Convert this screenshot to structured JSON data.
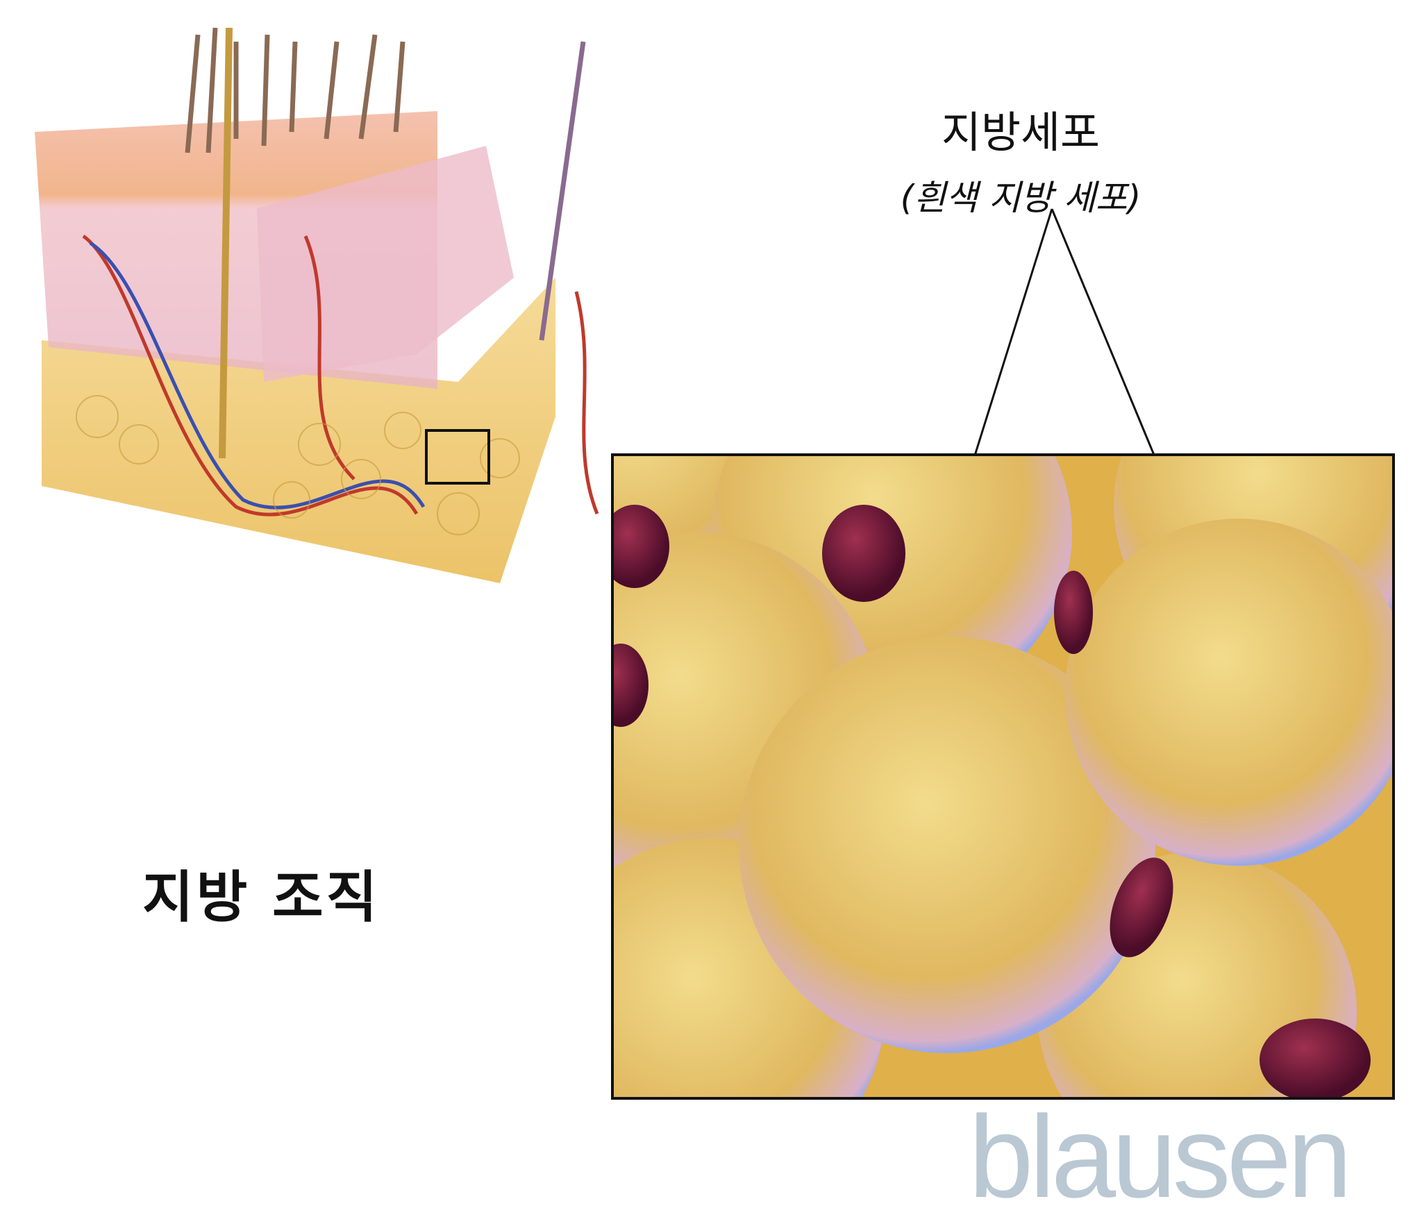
{
  "labels": {
    "cell_title": "지방세포",
    "cell_subtitle": "(흰색 지방 세포)",
    "tissue_title": "지방 조직"
  },
  "logo": {
    "text": "blausen",
    "color": "#b9c8d3"
  },
  "colors": {
    "fat": "#e8c060",
    "skin": "#e9a9a8",
    "membrane": "#9aa8e8",
    "nucleus": "#6b1a3a"
  }
}
